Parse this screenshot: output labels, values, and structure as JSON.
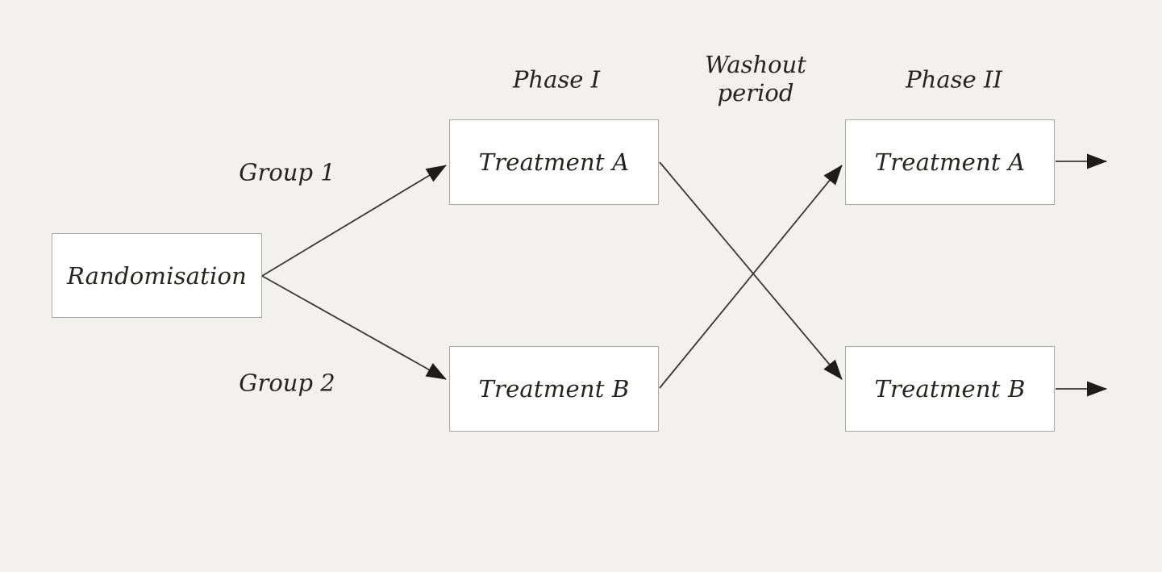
{
  "diagram": {
    "type": "crossover-trial-flow",
    "header_labels": {
      "phase1": "Phase I",
      "washout_line1": "Washout",
      "washout_line2": "period",
      "phase2": "Phase II"
    },
    "group_labels": {
      "group1": "Group 1",
      "group2": "Group 2"
    },
    "nodes": {
      "randomisation": {
        "label": "Randomisation"
      },
      "phase1_treatment_a": {
        "label": "Treatment A"
      },
      "phase1_treatment_b": {
        "label": "Treatment B"
      },
      "phase2_treatment_a": {
        "label": "Treatment A"
      },
      "phase2_treatment_b": {
        "label": "Treatment B"
      }
    },
    "colors": {
      "background": "#f2f1ee",
      "box_fill": "#ffffff",
      "box_border": "#a9a9a9",
      "line": "#393733",
      "arrowhead": "#1e1d1b",
      "text": "#262420"
    }
  }
}
